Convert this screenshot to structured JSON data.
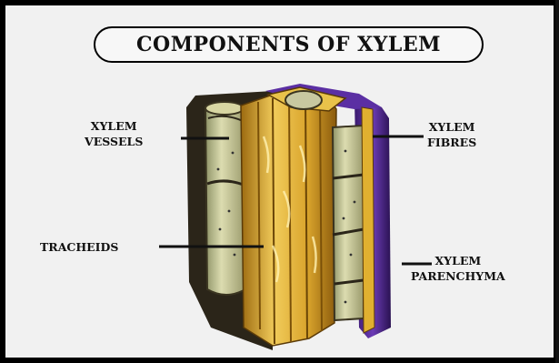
{
  "title": "COMPONENTS OF XYLEM",
  "labels": {
    "xylem_vessels": [
      "XYLEM",
      "VESSELS"
    ],
    "tracheids": "TRACHEIDS",
    "xylem_fibres": [
      "XYLEM",
      "FIBRES"
    ],
    "xylem_parenchyma": [
      "XYLEM",
      "PARENCHYMA"
    ]
  },
  "colors": {
    "background": "#f1f1f1",
    "vessel_green": "#c9c99a",
    "tracheid_gold": "#e2b236",
    "parenchyma_purple": "#5a2d9c",
    "shadow": "#2a2418"
  }
}
